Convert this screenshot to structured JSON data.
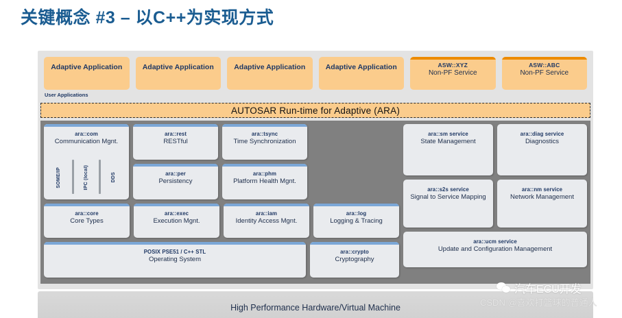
{
  "slide": {
    "title": "关键概念 #3 – 以C++为实现方式"
  },
  "diagram": {
    "user_applications_label": "User Applications",
    "applications": [
      {
        "label": "Adaptive Application",
        "type": "adaptive"
      },
      {
        "label": "Adaptive Application",
        "type": "adaptive"
      },
      {
        "label": "Adaptive Application",
        "type": "adaptive"
      },
      {
        "label": "Adaptive Application",
        "type": "adaptive"
      }
    ],
    "asw_services": [
      {
        "namespace": "ASW::XYZ",
        "name": "Non-PF Service"
      },
      {
        "namespace": "ASW::ABC",
        "name": "Non-PF Service"
      }
    ],
    "ara_band": "AUTOSAR Run-time for Adaptive (ARA)",
    "com": {
      "namespace": "ara::com",
      "name": "Communication Mgnt.",
      "protocols": [
        "SOME/IP",
        "IPC (local)",
        "DDS"
      ]
    },
    "clusters_mid": [
      {
        "namespace": "ara::rest",
        "name": "RESTful"
      },
      {
        "namespace": "ara::per",
        "name": "Persistency"
      },
      {
        "namespace": "ara::tsync",
        "name": "Time Synchronization"
      },
      {
        "namespace": "ara::phm",
        "name": "Platform Health Mgnt."
      }
    ],
    "clusters_row3": [
      {
        "namespace": "ara::core",
        "name": "Core Types"
      },
      {
        "namespace": "ara::exec",
        "name": "Execution Mgnt."
      },
      {
        "namespace": "ara::iam",
        "name": "Identity Access Mgnt."
      },
      {
        "namespace": "ara::log",
        "name": "Logging & Tracing"
      }
    ],
    "os": {
      "namespace": "POSIX PSE51 / C++ STL",
      "name": "Operating System"
    },
    "crypto": {
      "namespace": "ara::crypto",
      "name": "Cryptography"
    },
    "services_right": [
      {
        "namespace": "ara::sm service",
        "name": "State Management"
      },
      {
        "namespace": "ara::diag service",
        "name": "Diagnostics"
      },
      {
        "namespace": "ara::s2s service",
        "name": "Signal to Service Mapping"
      },
      {
        "namespace": "ara::nm service",
        "name": "Network Management"
      }
    ],
    "ucm": {
      "namespace": "ara::ucm service",
      "name": "Update and Configuration Management"
    },
    "hardware": "High Performance Hardware/Virtual Machine"
  },
  "watermark": {
    "account": "汽车ECU开发",
    "credit": "CSDN @喜欢打篮球的普通人"
  },
  "colors": {
    "title": "#1a5c91",
    "application_fill": "#fbcc8c",
    "asw_accent": "#ed8b00",
    "cluster_fill": "#e9ebee",
    "cluster_accent": "#7ba7d7",
    "platform_bg": "#808080",
    "diagram_bg": "#e3e3e3"
  }
}
